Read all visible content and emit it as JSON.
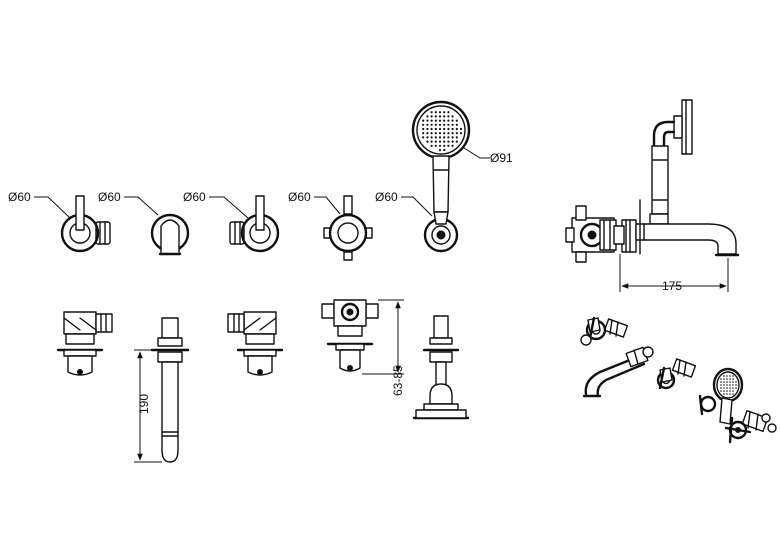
{
  "labels": {
    "dia_1": "Ø60",
    "dia_2": "Ø60",
    "dia_3": "Ø60",
    "dia_4": "Ø60",
    "dia_5": "Ø60",
    "dia_shower": "Ø91",
    "dim_spout_length": "175",
    "dim_spout_height": "190",
    "dim_valve_depth": "63-85"
  }
}
